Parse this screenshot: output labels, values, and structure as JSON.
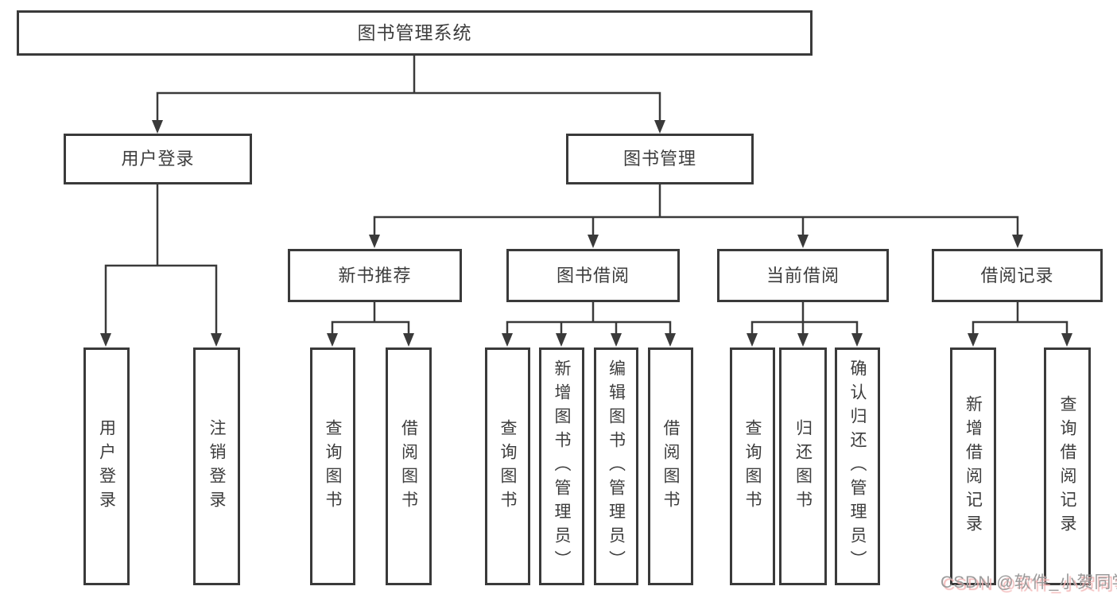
{
  "diagram": {
    "root": {
      "label": "图书管理系统"
    },
    "level2": [
      {
        "label": "用户登录"
      },
      {
        "label": "图书管理"
      }
    ],
    "level3": [
      {
        "label": "新书推荐"
      },
      {
        "label": "图书借阅"
      },
      {
        "label": "当前借阅"
      },
      {
        "label": "借阅记录"
      }
    ],
    "leaves": [
      {
        "label": "用户登录",
        "parent": "用户登录"
      },
      {
        "label": "注销登录",
        "parent": "用户登录"
      },
      {
        "label": "查询图书",
        "parent": "新书推荐"
      },
      {
        "label": "借阅图书",
        "parent": "新书推荐"
      },
      {
        "label": "查询图书",
        "parent": "图书借阅"
      },
      {
        "label": "新增图书（管理员）",
        "parent": "图书借阅"
      },
      {
        "label": "编辑图书（管理员）",
        "parent": "图书借阅"
      },
      {
        "label": "借阅图书",
        "parent": "图书借阅"
      },
      {
        "label": "查询图书",
        "parent": "当前借阅"
      },
      {
        "label": "归还图书",
        "parent": "当前借阅"
      },
      {
        "label": "确认归还（管理员）",
        "parent": "当前借阅"
      },
      {
        "label": "新增借阅记录",
        "parent": "借阅记录"
      },
      {
        "label": "查询借阅记录",
        "parent": "借阅记录"
      }
    ],
    "watermark": "CSDN @软件_小贺同学",
    "colors": {
      "line": "#3a3a3a",
      "box_border": "#3a3a3a",
      "text": "#3d3d3d",
      "watermark_text": "#9b9b9b",
      "watermark_shadow": "#f3b6b6",
      "background": "#ffffff"
    }
  }
}
